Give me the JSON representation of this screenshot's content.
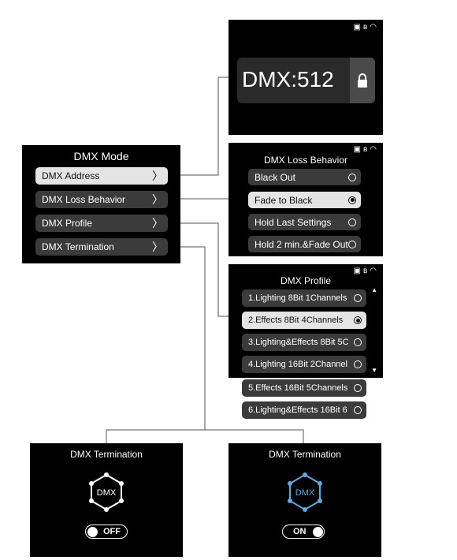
{
  "dmx_address_screen": {
    "value": "DMX:512"
  },
  "dmx_mode_menu": {
    "title": "DMX Mode",
    "items": [
      {
        "label": "DMX Address",
        "selected": true
      },
      {
        "label": "DMX Loss Behavior",
        "selected": false
      },
      {
        "label": "DMX Profile",
        "selected": false
      },
      {
        "label": "DMX Termination",
        "selected": false
      }
    ]
  },
  "loss_behavior": {
    "title": "DMX Loss Behavior",
    "options": [
      {
        "label": "Black Out",
        "selected": false
      },
      {
        "label": "Fade to Black",
        "selected": true
      },
      {
        "label": "Hold Last Settings",
        "selected": false
      },
      {
        "label": "Hold 2 min.&Fade Out",
        "selected": false
      }
    ]
  },
  "profile": {
    "title": "DMX Profile",
    "options": [
      {
        "label": "1.Lighting 8Bit 1Channels",
        "selected": false
      },
      {
        "label": "2.Effects 8Bit 4Channels",
        "selected": true
      },
      {
        "label": "3.Lighting&Effects 8Bit 5C",
        "selected": false
      },
      {
        "label": "4.Lighting 16Bit 2Channel",
        "selected": false
      },
      {
        "label": "5.Effects 16Bit 5Channels",
        "selected": false
      },
      {
        "label": "6.Lighting&Effects 16Bit 6",
        "selected": false
      }
    ]
  },
  "termination_off": {
    "title": "DMX Termination",
    "icon_label": "DMX",
    "toggle": "OFF"
  },
  "termination_on": {
    "title": "DMX Termination",
    "icon_label": "DMX",
    "toggle": "ON"
  },
  "colors": {
    "screen_bg": "#000000",
    "item_bg": "#3b3b3b",
    "selected_bg": "#e4e4e4",
    "accent_blue": "#5fa8e0"
  },
  "status_icons": [
    "battery-icon",
    "bluetooth-icon",
    "wifi-icon"
  ]
}
